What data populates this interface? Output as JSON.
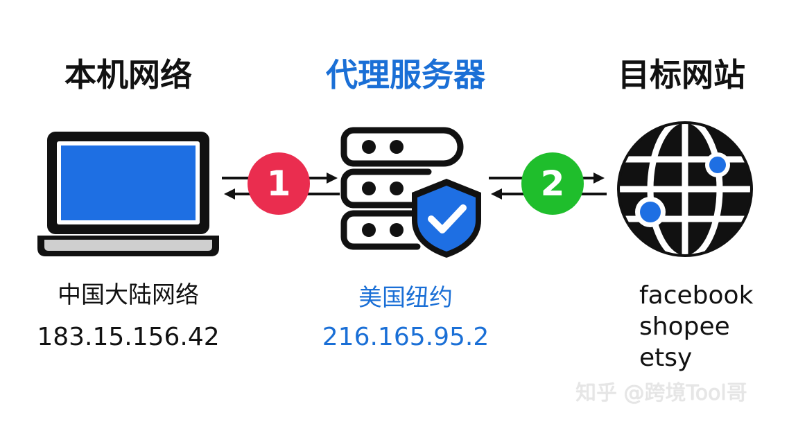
{
  "columns": {
    "local": {
      "title": "本机网络",
      "location": "中国大陆网络",
      "ip": "183.15.156.42"
    },
    "proxy": {
      "title": "代理服务器",
      "location": "美国纽约",
      "ip": "216.165.95.2"
    },
    "target": {
      "title": "目标网站",
      "sites": [
        "facebook",
        "shopee",
        "etsy",
        "..."
      ]
    }
  },
  "steps": [
    {
      "label": "1",
      "color": "#ea2d4f"
    },
    {
      "label": "2",
      "color": "#1fbe2c"
    }
  ],
  "colors": {
    "accent_blue": "#1a6fd6",
    "laptop_screen": "#1e6fe3",
    "shield": "#1e6fe3",
    "dark": "#111111"
  },
  "icons": {
    "local": "laptop-icon",
    "proxy": "server-shield-icon",
    "target": "globe-icon"
  },
  "watermark": "知乎 @跨境Tool哥"
}
